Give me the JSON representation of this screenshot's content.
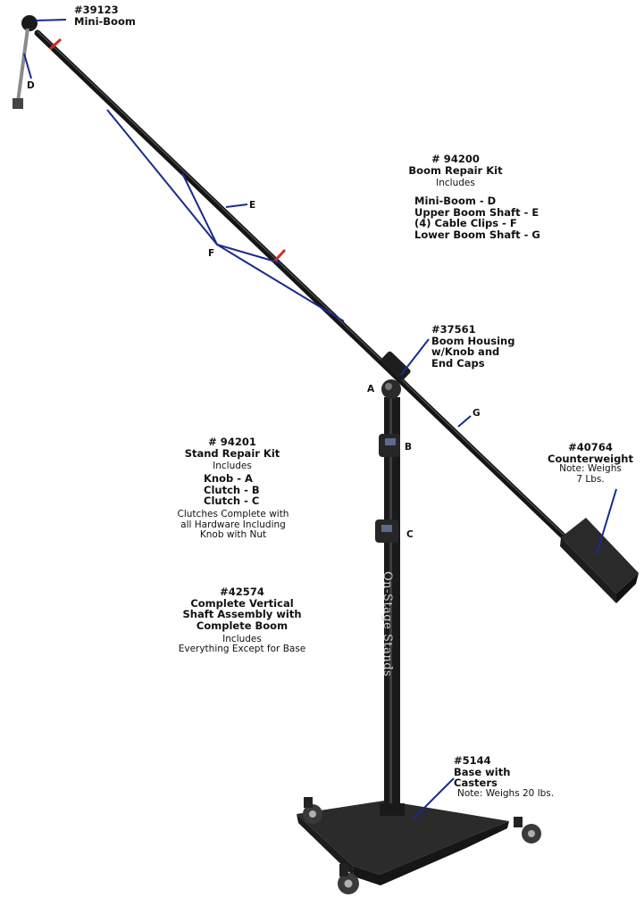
{
  "callouts": {
    "mini_boom": {
      "part": "#39123",
      "name": "Mini-Boom"
    },
    "boom_kit": {
      "part": "# 94200",
      "name": "Boom Repair Kit",
      "includes": "Includes",
      "items": [
        "Mini-Boom - D",
        "Upper Boom Shaft - E",
        "(4) Cable Clips - F",
        "Lower Boom Shaft - G"
      ]
    },
    "boom_housing": {
      "part": "#37561",
      "lines": [
        "Boom Housing",
        "w/Knob and",
        "End Caps"
      ]
    },
    "counterweight": {
      "part": "#40764",
      "name": "Counterweight",
      "notes": [
        "Note: Weighs",
        "7 Lbs."
      ]
    },
    "stand_kit": {
      "part": "# 94201",
      "name": "Stand Repair Kit",
      "includes": "Includes",
      "items": [
        "Knob - A",
        "Clutch - B",
        "Clutch - C"
      ],
      "notes": [
        "Clutches Complete with",
        "all Hardware Including",
        "Knob with Nut"
      ]
    },
    "vertical_shaft": {
      "part": "#42574",
      "lines": [
        "Complete Vertical",
        "Shaft Assembly with",
        "Complete Boom"
      ],
      "includes": "Includes",
      "note": "Everything Except for Base"
    },
    "base": {
      "part": "#5144",
      "lines": [
        "Base with",
        "Casters"
      ],
      "note": "Note: Weighs 20 lbs."
    }
  },
  "letters": {
    "a": "A",
    "b": "B",
    "c": "C",
    "d": "D",
    "e": "E",
    "f": "F",
    "g": "G"
  },
  "brand_text": "On-Stage Stands",
  "colors": {
    "leader": "#1a2a8c",
    "metal": "#111111",
    "clip": "#d62b1e"
  }
}
